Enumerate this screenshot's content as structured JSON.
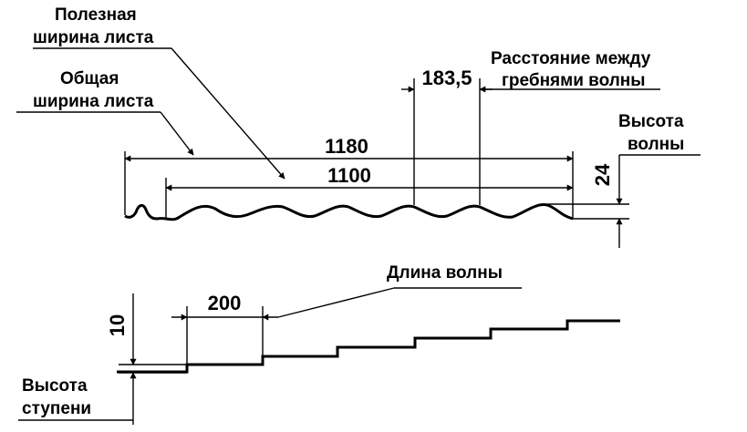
{
  "labels": {
    "useful_width": [
      "Полезная",
      "ширина листа"
    ],
    "total_width": [
      "Общая",
      "ширина листа"
    ],
    "crest_distance": [
      "Расстояние между",
      "гребнями волны"
    ],
    "wave_height": [
      "Высота",
      "волны"
    ],
    "wave_length": "Длина волны",
    "step_height": [
      "Высота",
      "ступени"
    ]
  },
  "dimensions": {
    "total": "1180",
    "useful": "1100",
    "pitch": "183,5",
    "wave_height": "24",
    "step_length": "200",
    "step_height": "10"
  }
}
